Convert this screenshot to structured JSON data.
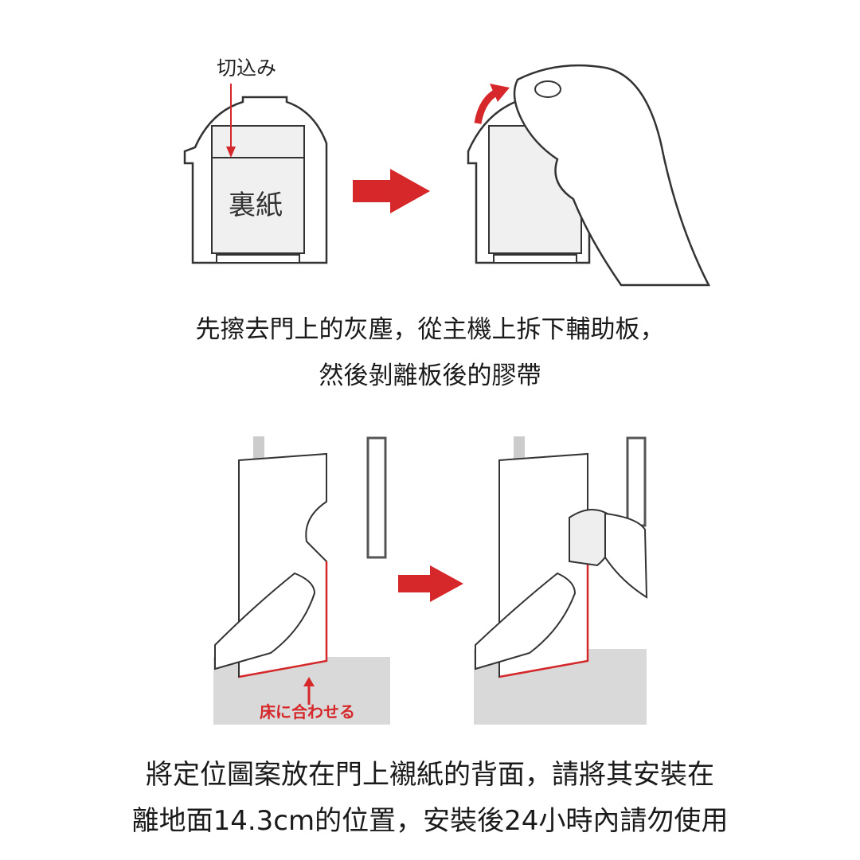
{
  "step1": {
    "label_notch": "切込み",
    "label_backing": "裏紙",
    "caption_line1": "先擦去門上的灰塵，從主機上拆下輔助板，",
    "caption_line2": "然後剝離板後的膠帶"
  },
  "step2": {
    "label_floor": "床に合わせる",
    "caption_line1": "將定位圖案放在門上襯紙的背面，請將其安裝在",
    "caption_line2": "離地面14.3cm的位置，安裝後24小時內請勿使用"
  },
  "colors": {
    "accent": "#d6282b",
    "line": "#333333",
    "floor": "#d9d9d9"
  }
}
